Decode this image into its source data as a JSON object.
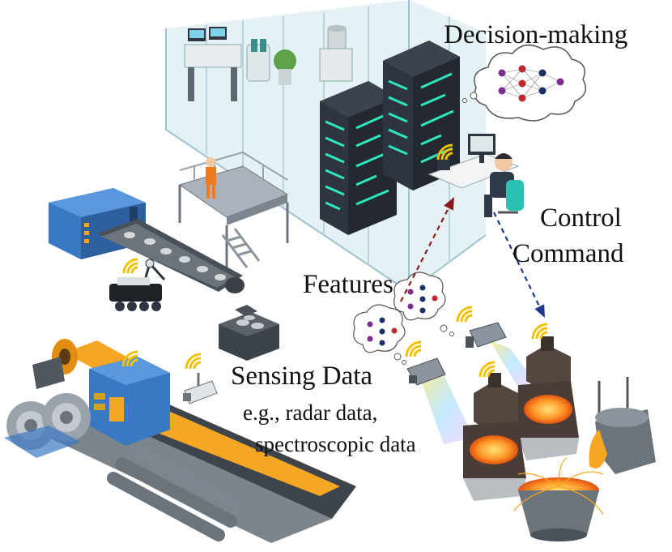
{
  "labels": {
    "decision_making": "Decision-making",
    "control_line1": "Control",
    "control_line2": "Command",
    "features": "Features",
    "sensing_data": "Sensing Data",
    "example_line1": "e.g., radar data,",
    "example_line2": "spectroscopic data"
  },
  "colors": {
    "server_dark": "#2e3440",
    "server_accent": "#2ee6c0",
    "glass": "#cfe7ec",
    "conveyor_blue": "#3a78c2",
    "orange_steel": "#f5a623",
    "molten": "#ff7a1a",
    "furnace_dark": "#55463f",
    "wifi": "#f2c200",
    "arrow_red": "#8b1a1a",
    "arrow_blue": "#1f3a8a",
    "neuron_purple": "#7a2d8c",
    "neuron_navy": "#1a2f66",
    "neuron_red": "#c0282d"
  },
  "icons": [
    "wifi-icon",
    "camera-icon",
    "neural-network-icon",
    "server-rack-icon",
    "operator-icon",
    "robot-icon",
    "furnace-icon"
  ]
}
